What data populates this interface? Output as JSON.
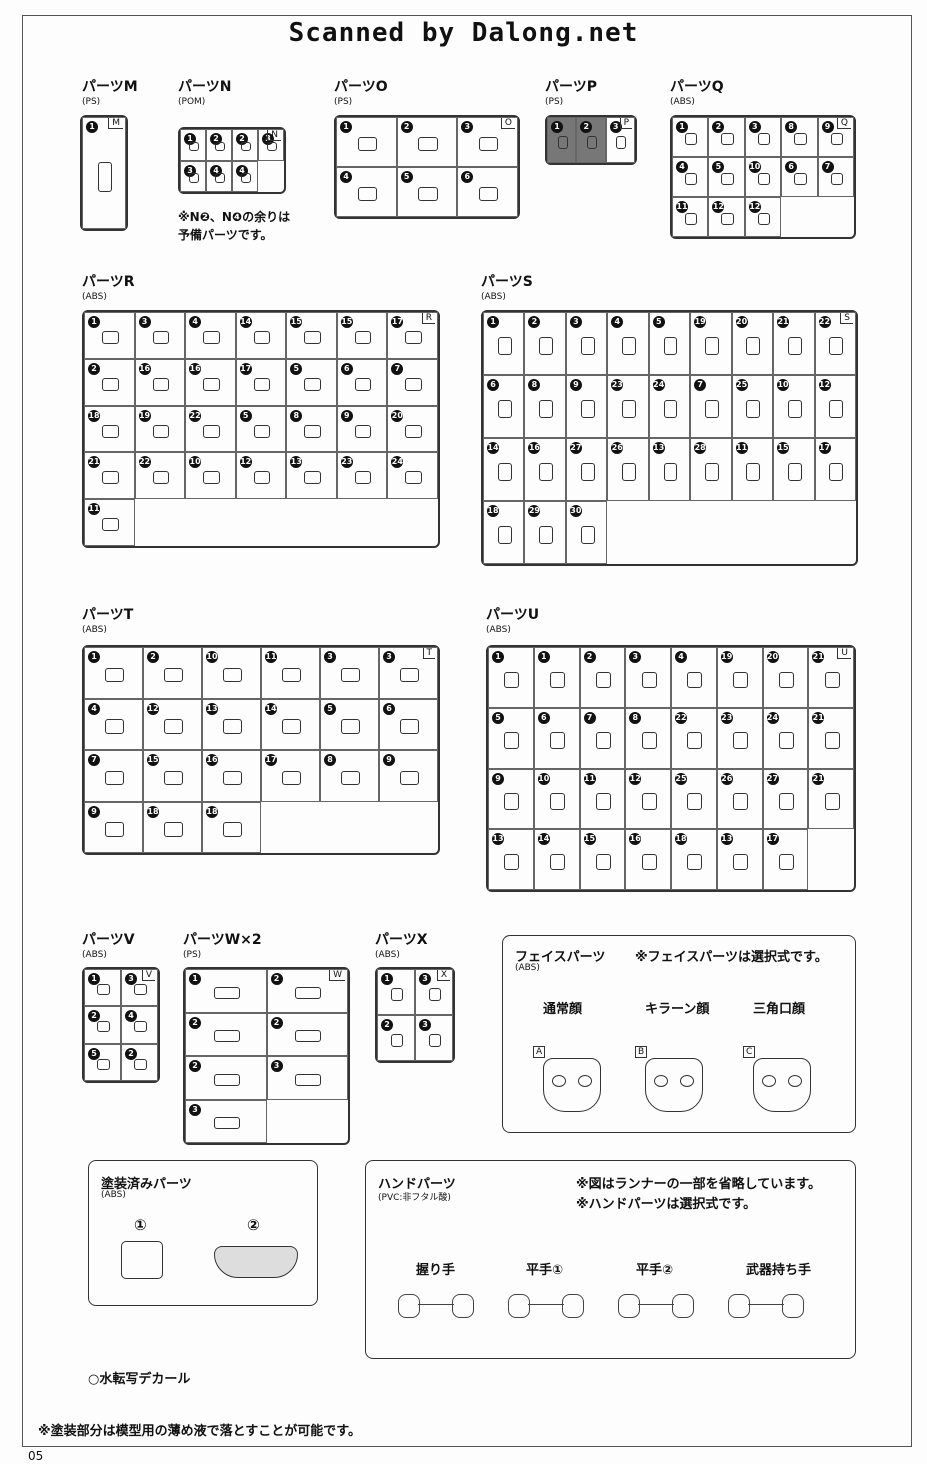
{
  "header": "Scanned by Dalong.net",
  "runners": [
    {
      "id": "M",
      "label": "パーツM",
      "material": "(PS)",
      "parts": [
        "1"
      ]
    },
    {
      "id": "N",
      "label": "パーツN",
      "material": "(POM)",
      "parts": [
        "1",
        "2",
        "2",
        "3",
        "3",
        "4",
        "4"
      ]
    },
    {
      "id": "O",
      "label": "パーツO",
      "material": "(PS)",
      "parts": [
        "1",
        "2",
        "3",
        "4",
        "5",
        "6"
      ]
    },
    {
      "id": "P",
      "label": "パーツP",
      "material": "(PS)",
      "parts": [
        "1",
        "2",
        "3"
      ]
    },
    {
      "id": "Q",
      "label": "パーツQ",
      "material": "(ABS)",
      "parts": [
        "1",
        "2",
        "3",
        "8",
        "9",
        "4",
        "5",
        "10",
        "6",
        "7",
        "11",
        "12",
        "12"
      ]
    },
    {
      "id": "R",
      "label": "パーツR",
      "material": "(ABS)",
      "parts": [
        "1",
        "3",
        "4",
        "14",
        "15",
        "15",
        "17",
        "2",
        "16",
        "16",
        "17",
        "5",
        "6",
        "7",
        "18",
        "19",
        "22",
        "5",
        "8",
        "9",
        "20",
        "21",
        "22",
        "10",
        "12",
        "13",
        "23",
        "24",
        "11"
      ]
    },
    {
      "id": "S",
      "label": "パーツS",
      "material": "(ABS)",
      "parts": [
        "1",
        "2",
        "3",
        "4",
        "5",
        "19",
        "20",
        "21",
        "22",
        "6",
        "8",
        "9",
        "23",
        "24",
        "7",
        "25",
        "10",
        "12",
        "14",
        "16",
        "27",
        "26",
        "13",
        "28",
        "11",
        "15",
        "17",
        "18",
        "29",
        "30"
      ]
    },
    {
      "id": "T",
      "label": "パーツT",
      "material": "(ABS)",
      "parts": [
        "1",
        "2",
        "10",
        "11",
        "3",
        "3",
        "4",
        "12",
        "13",
        "14",
        "5",
        "6",
        "7",
        "15",
        "16",
        "17",
        "8",
        "9",
        "9",
        "18",
        "18"
      ]
    },
    {
      "id": "U",
      "label": "パーツU",
      "material": "(ABS)",
      "parts": [
        "1",
        "1",
        "2",
        "3",
        "4",
        "19",
        "20",
        "21",
        "5",
        "6",
        "7",
        "8",
        "22",
        "23",
        "24",
        "21",
        "9",
        "10",
        "11",
        "12",
        "25",
        "26",
        "27",
        "21",
        "13",
        "14",
        "15",
        "16",
        "18",
        "13",
        "17"
      ]
    },
    {
      "id": "V",
      "label": "パーツV",
      "material": "(ABS)",
      "parts": [
        "1",
        "3",
        "2",
        "4",
        "5",
        "2"
      ]
    },
    {
      "id": "W",
      "label": "パーツW×2",
      "material": "(PS)",
      "parts": [
        "1",
        "2",
        "2",
        "2",
        "2",
        "3",
        "3"
      ]
    },
    {
      "id": "X",
      "label": "パーツX",
      "material": "(ABS)",
      "parts": [
        "1",
        "3",
        "2",
        "3"
      ]
    }
  ],
  "n_note": [
    "※N❷、N❹の余りは",
    "予備パーツです。"
  ],
  "face": {
    "title": "フェイスパーツ",
    "material": "(ABS)",
    "note": "※フェイスパーツは選択式です。",
    "options": [
      {
        "label": "通常顔",
        "tag": "A"
      },
      {
        "label": "キラーン顔",
        "tag": "B"
      },
      {
        "label": "三角口顔",
        "tag": "C"
      }
    ]
  },
  "painted": {
    "title": "塗装済みパーツ",
    "material": "(ABS)",
    "items": [
      "①",
      "②"
    ]
  },
  "hands": {
    "title": "ハンドパーツ",
    "material": "(PVC:非フタル酸)",
    "notes": [
      "※図はランナーの一部を省略しています。",
      "※ハンドパーツは選択式です。"
    ],
    "options": [
      "握り手",
      "平手①",
      "平手②",
      "武器持ち手"
    ]
  },
  "decal": "○水転写デカール",
  "footer_note": "※塗装部分は模型用の薄め液で落とすことが可能です。",
  "page_number": "05"
}
